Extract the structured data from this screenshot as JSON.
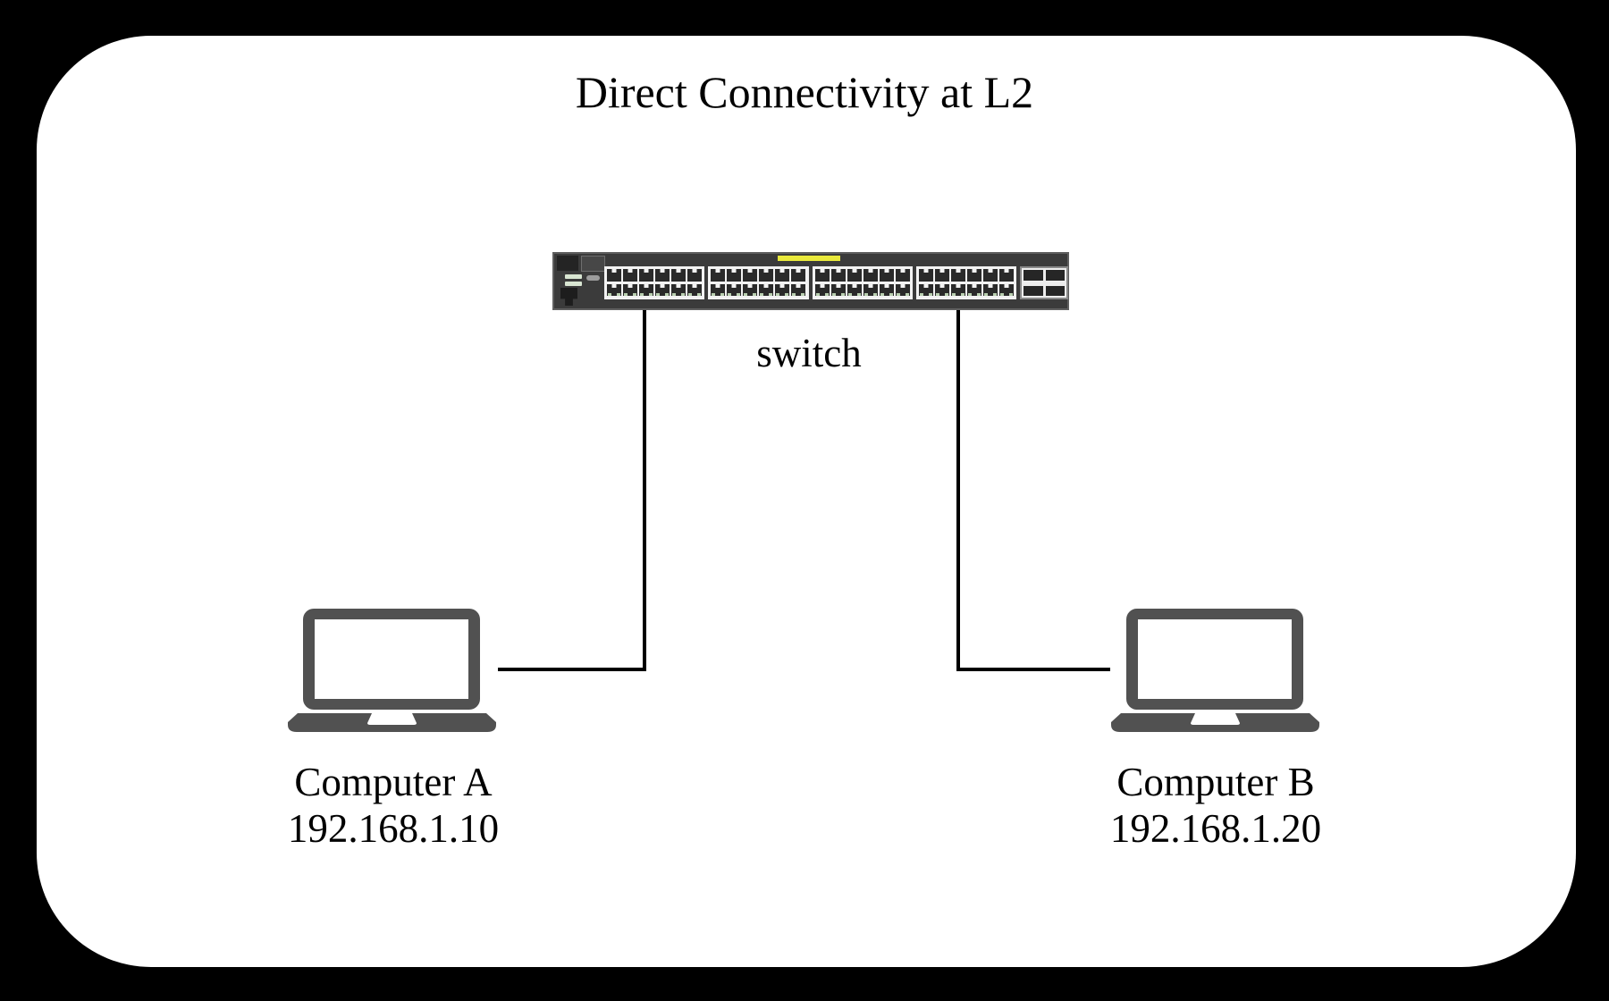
{
  "page": {
    "background_color": "#000000",
    "canvas_color": "#ffffff"
  },
  "title": "Direct Connectivity at L2",
  "diagram": {
    "switch": {
      "label": "switch",
      "icon": "48-port-network-switch-icon",
      "port_banks": 4,
      "ports_per_bank": 12,
      "sfp_ports": 4,
      "body_color": "#3b3b3b",
      "port_panel_color": "#f2f2f2",
      "port_color": "#2a2a2a",
      "indicator_yellow": "#e9e93c",
      "led_green": "#b9cfb0"
    },
    "nodes": [
      {
        "name": "Computer A",
        "ip": "192.168.1.10",
        "icon": "laptop-icon",
        "color": "#515151"
      },
      {
        "name": "Computer B",
        "ip": "192.168.1.20",
        "icon": "laptop-icon",
        "color": "#515151"
      }
    ],
    "links": [
      {
        "from": "Computer A",
        "to": "switch",
        "style": "elbow"
      },
      {
        "from": "Computer B",
        "to": "switch",
        "style": "elbow"
      }
    ],
    "link_color": "#000000"
  }
}
